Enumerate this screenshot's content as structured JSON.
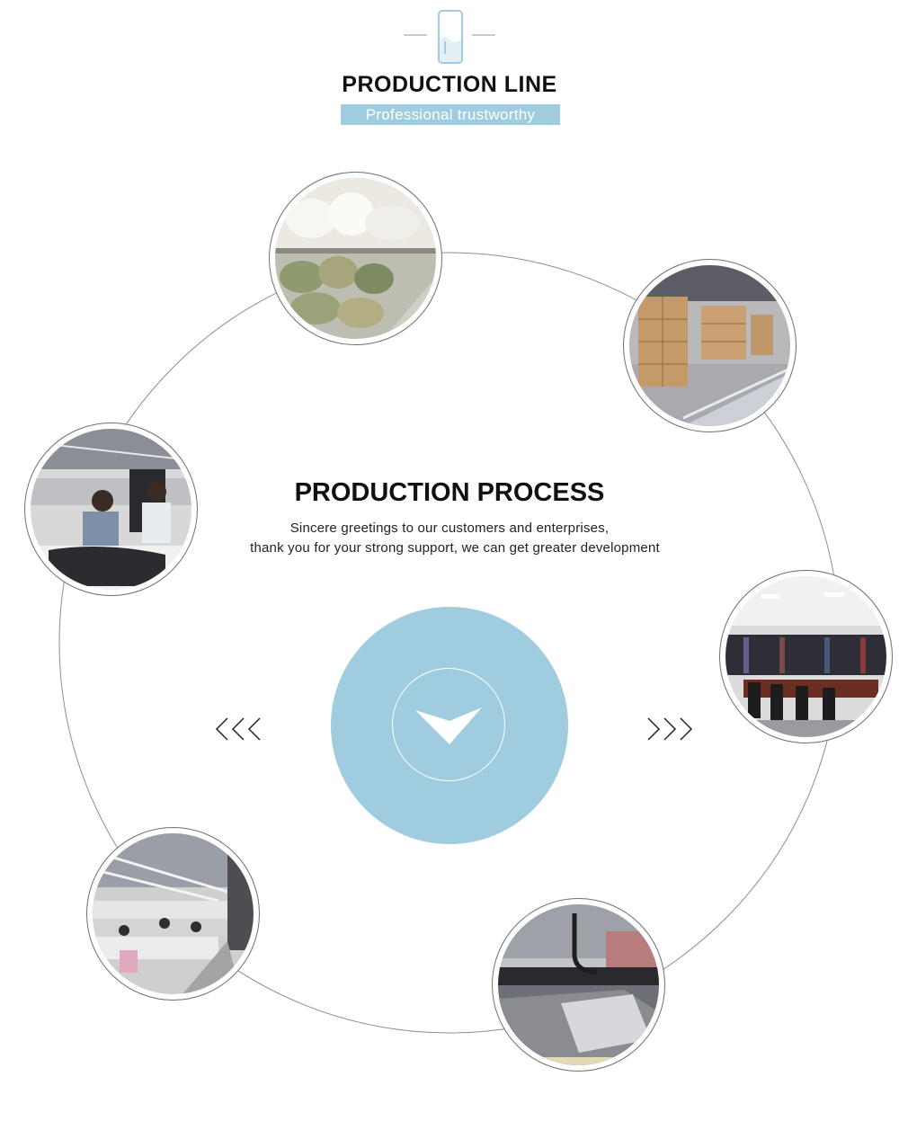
{
  "header": {
    "title": "PRODUCTION LINE",
    "subtitle": "Professional trustworthy",
    "icon": "glass-icon"
  },
  "process": {
    "title": "PRODUCTION PROCESS",
    "line1": "Sincere greetings to our customers and enterprises,",
    "line2": "thank you for your strong support, we can get greater development"
  },
  "center_button": {
    "icon": "chevron-down-icon"
  },
  "nav": {
    "left_icon": "triple-chevron-left-icon",
    "right_icon": "triple-chevron-right-icon"
  },
  "photos": [
    {
      "name": "fabric-storage-photo"
    },
    {
      "name": "carton-warehouse-photo"
    },
    {
      "name": "garment-ironing-photo"
    },
    {
      "name": "showroom-photo"
    },
    {
      "name": "sewing-line-photo"
    },
    {
      "name": "cutting-machine-photo"
    }
  ],
  "colors": {
    "accent": "#9fcddf",
    "text": "#111111",
    "ring": "#8a8a8a"
  }
}
